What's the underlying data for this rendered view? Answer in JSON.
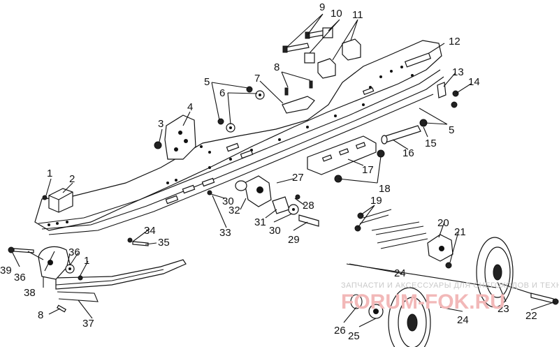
{
  "diagram": {
    "callouts": [
      "1",
      "2",
      "3",
      "4",
      "5",
      "6",
      "7",
      "8",
      "9",
      "10",
      "11",
      "12",
      "13",
      "14",
      "5",
      "15",
      "16",
      "17",
      "18",
      "19",
      "20",
      "21",
      "22",
      "23",
      "24",
      "24",
      "25",
      "26",
      "27",
      "28",
      "29",
      "30",
      "30",
      "31",
      "32",
      "33",
      "34",
      "35",
      "36",
      "36",
      "37",
      "38",
      "39",
      "1",
      "8"
    ],
    "watermark_text": "ЗАПЧАСТИ И АКСЕССУАРЫ ДЛЯ СНЕГОХОДОВ И ТЕХНИКИ",
    "watermark_logo": "FORUM-FOK.RU"
  }
}
